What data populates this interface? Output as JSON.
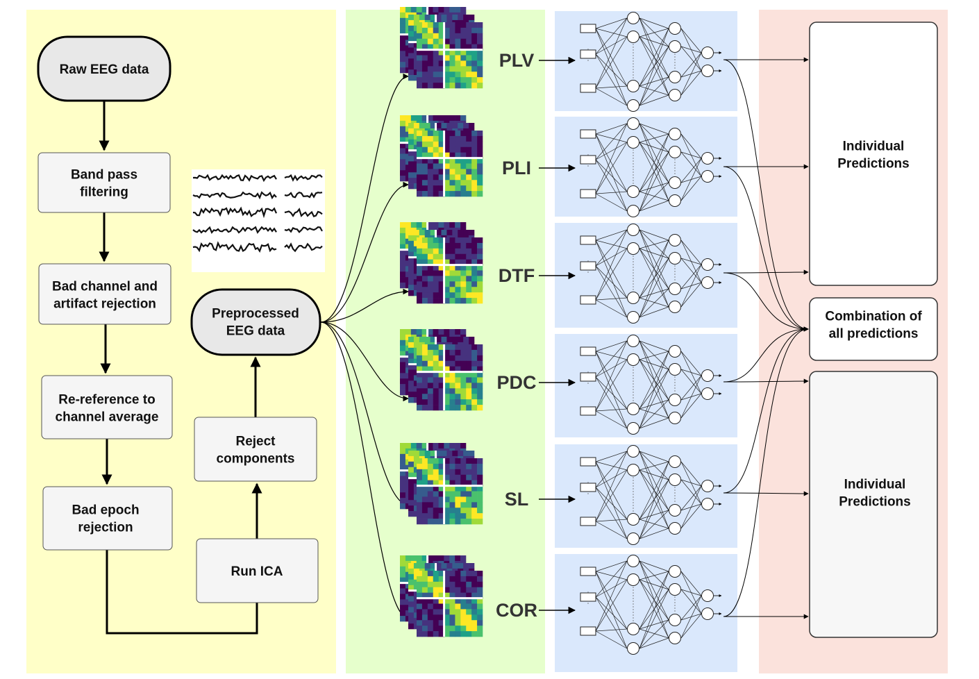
{
  "colors": {
    "panel_preprocess": "#ffffc8",
    "panel_matrices": "#e6ffcc",
    "panel_networks": "#dae8fc",
    "panel_predictions": "#fbe2dc",
    "box_fill": "#f5f5f5",
    "terminal_fill": "#e8e8e8"
  },
  "preprocessing": {
    "raw": [
      "Raw EEG data"
    ],
    "bandpass": [
      "Band pass",
      "filtering"
    ],
    "badchannel": [
      "Bad channel and",
      "artifact rejection"
    ],
    "reref": [
      "Re-reference to",
      "channel average"
    ],
    "badepoch": [
      "Bad epoch",
      "rejection"
    ],
    "ica": [
      "Run ICA"
    ],
    "reject": [
      "Reject",
      "components"
    ],
    "preprocessed": [
      "Preprocessed",
      "EEG data"
    ]
  },
  "eeg_trace_icon": "eeg-signal-traces",
  "methods": [
    "PLV",
    "PLI",
    "DTF",
    "PDC",
    "SL",
    "COR"
  ],
  "matrix_icon": "connectivity-matrix-stack",
  "network_icon": "neural-network",
  "predictions": {
    "top": [
      "Individual",
      "Predictions"
    ],
    "combo": [
      "Combination of",
      "all predictions"
    ],
    "bottom": [
      "Individual",
      "Predictions"
    ]
  }
}
